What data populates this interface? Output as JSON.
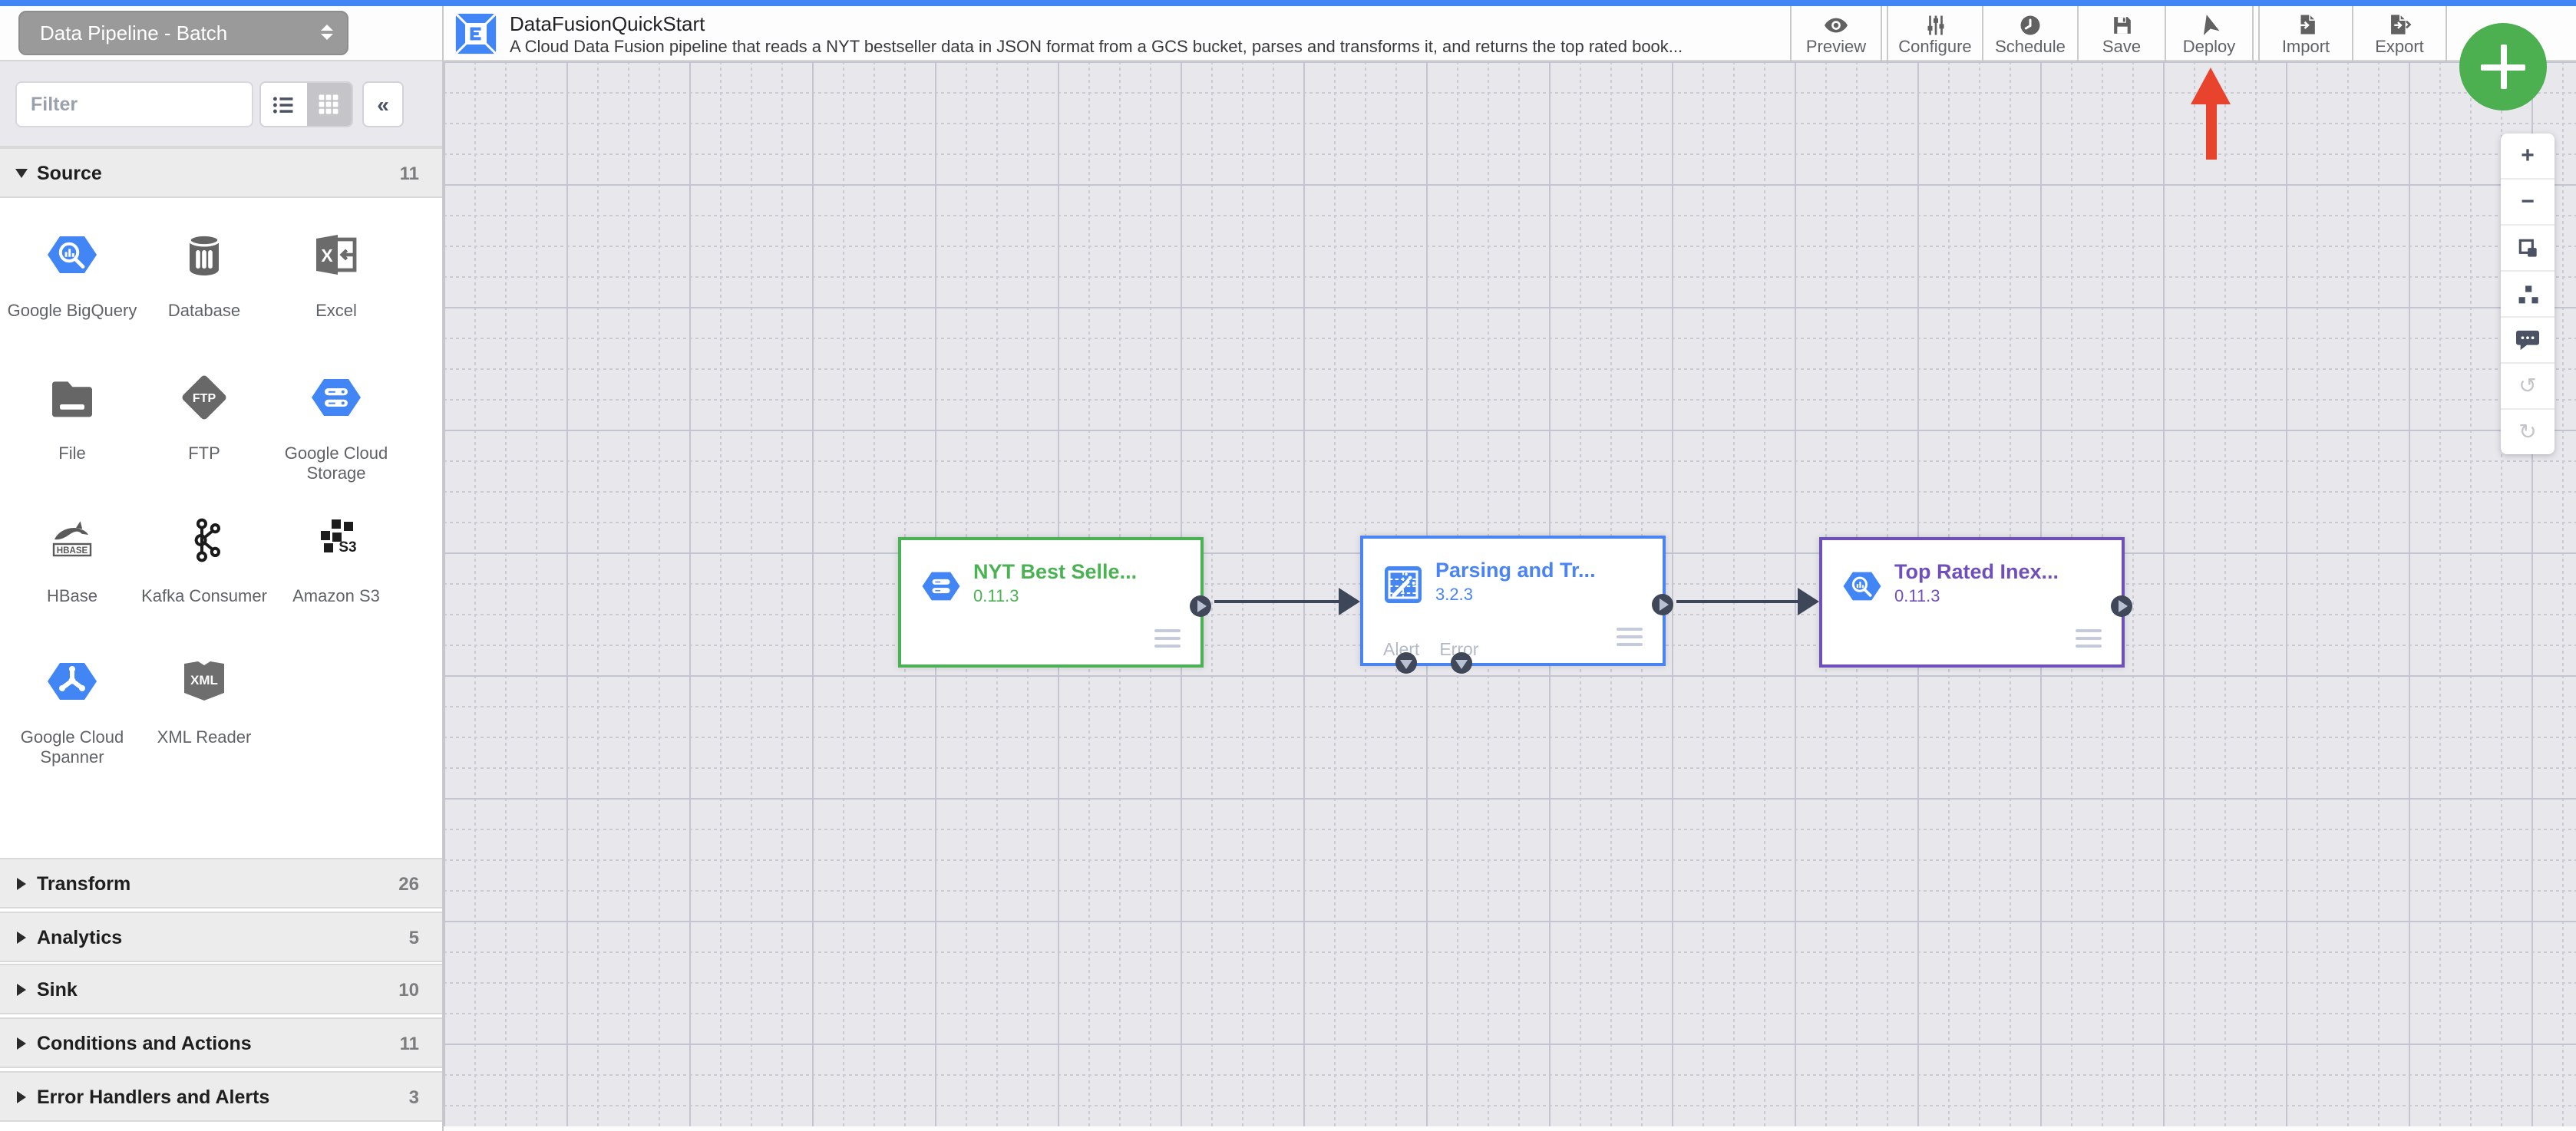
{
  "pipeline_selector": {
    "value": "Data Pipeline - Batch"
  },
  "header": {
    "title": "DataFusionQuickStart",
    "description": "A Cloud Data Fusion pipeline that reads a NYT bestseller data in JSON format from a GCS bucket, parses and transforms it, and returns the top rated book...",
    "actions": [
      {
        "label": "Preview"
      },
      {
        "label": "Configure"
      },
      {
        "label": "Schedule"
      },
      {
        "label": "Save"
      },
      {
        "label": "Deploy"
      },
      {
        "label": "Import"
      },
      {
        "label": "Export"
      }
    ]
  },
  "sidebar": {
    "filter_placeholder": "Filter",
    "collapse_glyph": "«",
    "source_section": {
      "label": "Source",
      "count": "11"
    },
    "collapsed_sections": [
      {
        "label": "Transform",
        "count": "26"
      },
      {
        "label": "Analytics",
        "count": "5"
      },
      {
        "label": "Sink",
        "count": "10"
      },
      {
        "label": "Conditions and Actions",
        "count": "11"
      },
      {
        "label": "Error Handlers and Alerts",
        "count": "3"
      }
    ],
    "source_items": [
      {
        "label": "Google BigQuery"
      },
      {
        "label": "Database"
      },
      {
        "label": "Excel"
      },
      {
        "label": "File"
      },
      {
        "label": "FTP"
      },
      {
        "label": "Google Cloud Storage"
      },
      {
        "label": "HBase"
      },
      {
        "label": "Kafka Consumer"
      },
      {
        "label": "Amazon S3"
      },
      {
        "label": "Google Cloud Spanner"
      },
      {
        "label": "XML Reader"
      }
    ],
    "icon_texts": {
      "excel": "X",
      "ftp": "FTP",
      "hbase": "HBASE",
      "s3": "S3",
      "xml": "XML"
    }
  },
  "canvas": {
    "nodes": [
      {
        "title": "NYT Best Selle...",
        "version": "0.11.3",
        "accent": "#4BB253"
      },
      {
        "title": "Parsing and Tr...",
        "version": "3.2.3",
        "accent": "#4A84F3",
        "alert_label": "Alert",
        "error_label": "Error"
      },
      {
        "title": "Top Rated Inex...",
        "version": "0.11.3",
        "accent": "#6F4FBA"
      }
    ]
  },
  "zoom_toolbar": {
    "zoom_in": "+",
    "zoom_out": "−",
    "undo": "↺",
    "redo": "↻"
  },
  "colors": {
    "topbar": "#4285F4",
    "fab": "#4CAF50",
    "deploy_arrow": "#E8432D",
    "connection": "#3E4659"
  }
}
